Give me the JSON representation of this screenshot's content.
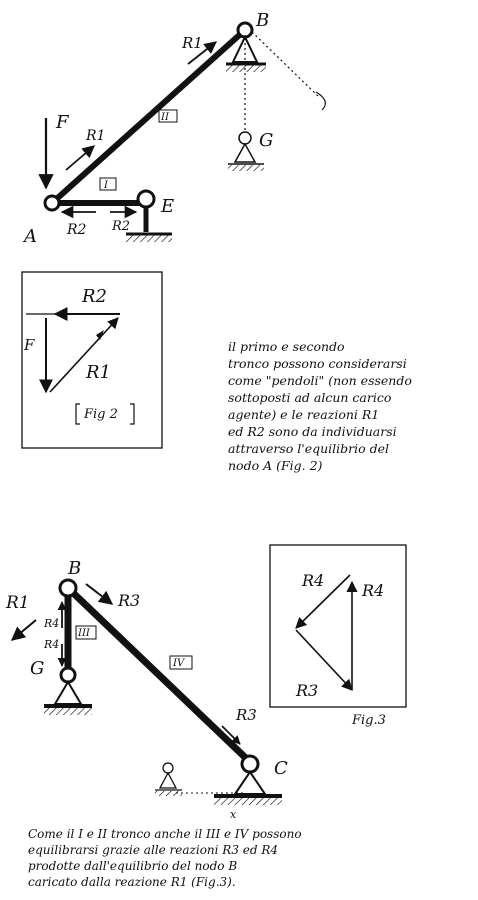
{
  "diagram1": {
    "labels": {
      "node_b": "B",
      "node_a": "A",
      "node_e": "E",
      "node_g": "G",
      "force_f": "F",
      "r1_upper": "R1",
      "r1_mid": "R1",
      "r2_left": "R2",
      "r2_right": "R2",
      "member_1": "I",
      "member_2": "II"
    }
  },
  "fig2": {
    "r2": "R2",
    "r1": "R1",
    "f": "F",
    "caption": "Fig 2"
  },
  "note1": {
    "text": "il primo e secondo\ntronco possono considerarsi\ncome \"pendoli\" (non essendo\nsottoposti ad alcun carico\nagente) e le reazioni R1\ned R2 sono da individuarsi\nattraverso l'equilibrio del\nnodo A (Fig. 2)"
  },
  "diagram2": {
    "labels": {
      "node_b": "B",
      "node_g": "G",
      "node_c": "C",
      "r1": "R1",
      "r3_top": "R3",
      "r4": "R4",
      "r4_lower": "R4",
      "r3_member": "R3",
      "member_3": "III",
      "member_4": "IV",
      "x_mark": "x"
    }
  },
  "fig3": {
    "r4_left": "R4",
    "r4_right": "R4",
    "r3": "R3",
    "caption": "Fig.3"
  },
  "note2": {
    "text": "Come il I e II tronco anche il III e IV possono\nequilibrarsi grazie alle reazioni R3 ed R4\nprodotte dall'equilibrio del nodo B\ncaricato dalla reazione R1 (Fig.3)."
  }
}
